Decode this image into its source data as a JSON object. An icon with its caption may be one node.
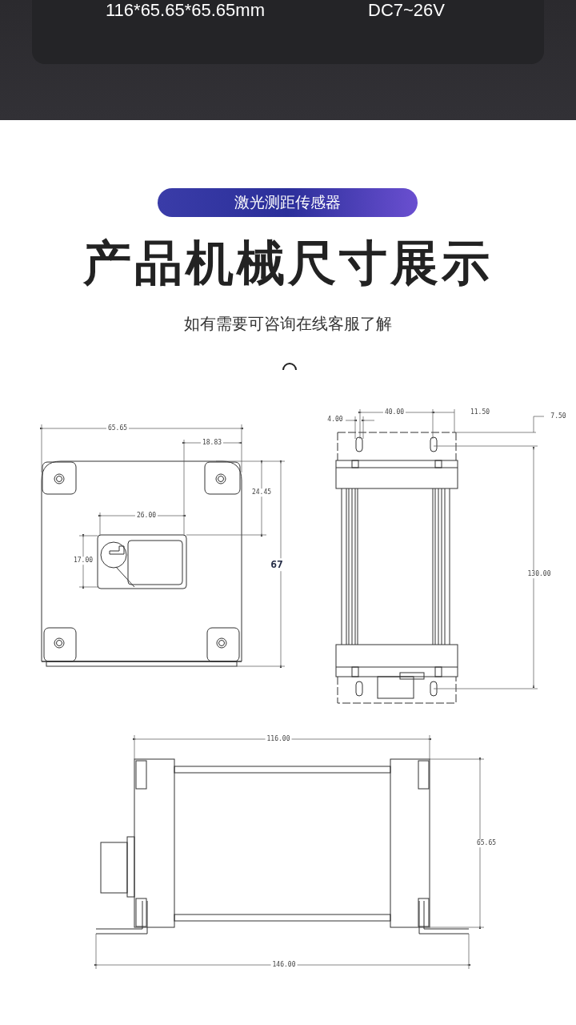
{
  "diagram": {
    "title": "产品机械尺寸展示",
    "labels": [
      "116*65.65*65.65mm",
      "DC7~26V",
      "激光测距传感器",
      "如有需要可咨询在线客服了解",
      "65.65",
      "18.83",
      "24.45",
      "26.00",
      "17.00",
      "67",
      "40.00",
      "4.00",
      "11.50",
      "7.50",
      "130.00",
      "116.00",
      "65.65",
      "146.00"
    ]
  }
}
